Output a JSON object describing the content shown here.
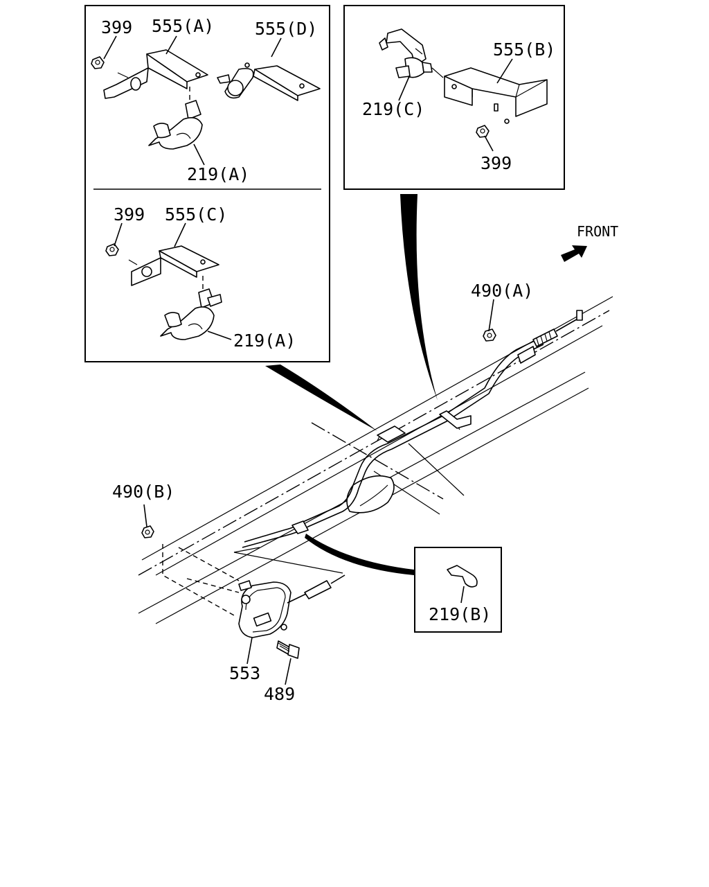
{
  "front_label": "FRONT",
  "labels": {
    "a_399": "399",
    "a_555A": "555(A)",
    "a_555D": "555(D)",
    "a_219A": "219(A)",
    "c_399": "399",
    "c_555C": "555(C)",
    "c_219A": "219(A)",
    "b_555B": "555(B)",
    "b_219C": "219(C)",
    "b_399": "399",
    "m_490A": "490(A)",
    "m_490B": "490(B)",
    "m_553": "553",
    "m_489": "489",
    "d_219B": "219(B)"
  }
}
